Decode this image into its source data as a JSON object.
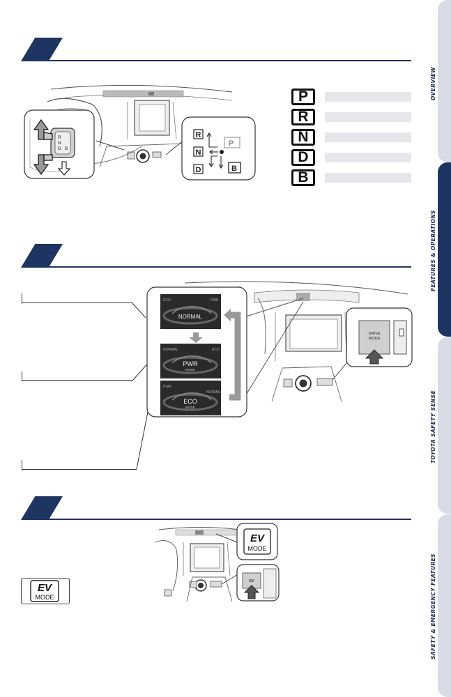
{
  "sidebar": {
    "tabs": [
      {
        "label": "OVERVIEW"
      },
      {
        "label": "FEATURES & OPERATIONS"
      },
      {
        "label": "TOYOTA SAFETY SENSE"
      },
      {
        "label": "SAFETY & EMERGENCY FEATURES"
      }
    ]
  },
  "shift_diagram": {
    "lever_glyphs": [
      "R",
      "N",
      "D",
      "B"
    ],
    "gate_labels": [
      "R",
      "N",
      "D",
      "P",
      "B"
    ]
  },
  "gears": [
    {
      "letter": "P"
    },
    {
      "letter": "R"
    },
    {
      "letter": "N"
    },
    {
      "letter": "D"
    },
    {
      "letter": "B"
    }
  ],
  "drive_modes": {
    "screens": [
      {
        "main": "NORMAL",
        "sub": "",
        "corner_left": "ECO",
        "corner_right": "PWR"
      },
      {
        "main": "PWR",
        "sub": "MODE",
        "corner_left": "NORMAL",
        "corner_right": "ECO"
      },
      {
        "main": "ECO",
        "sub": "MODE",
        "corner_left": "PWR",
        "corner_right": "NORMAL"
      }
    ],
    "button_line1": "DRIVE",
    "button_line2": "MODE"
  },
  "ev_mode": {
    "ev_text": "EV",
    "mode_text": "MODE"
  },
  "colors": {
    "navy": "#1e3461",
    "tab_inactive": "#d9dbe7",
    "bar_gray": "#e6e7eb"
  }
}
